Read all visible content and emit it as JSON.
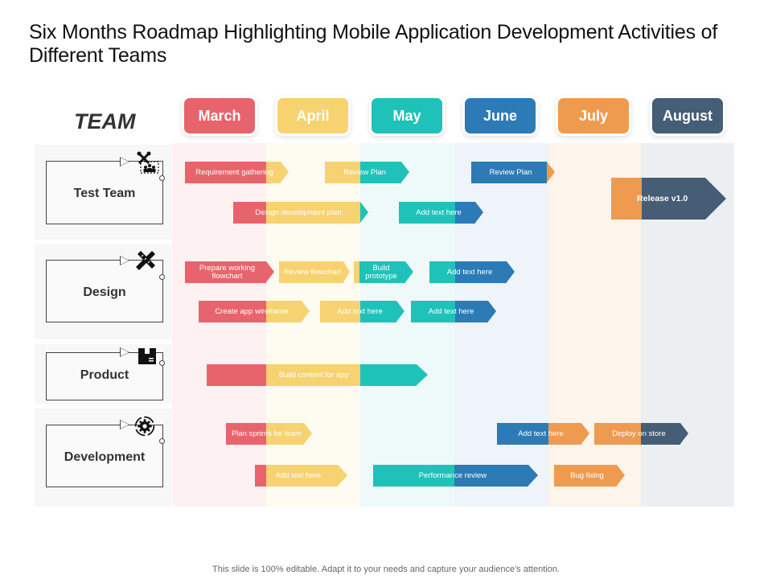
{
  "title": "Six Months Roadmap Highlighting Mobile Application Development Activities of Different Teams",
  "team_heading": "TEAM",
  "footer": "This slide is 100% editable. Adapt it to your needs and capture your audience's attention.",
  "colors": {
    "red": "#e8646c",
    "yellow": "#f6d271",
    "teal": "#1fc2b8",
    "blue": "#2c7bb6",
    "orange": "#ee9b50",
    "slate": "#455d75"
  },
  "months": [
    {
      "label": "March",
      "color": "#e8646c",
      "bg": "#fdf1f2"
    },
    {
      "label": "April",
      "color": "#f6d271",
      "bg": "#fefbf0"
    },
    {
      "label": "May",
      "color": "#1fc2b8",
      "bg": "#eefaf9"
    },
    {
      "label": "June",
      "color": "#2c7bb6",
      "bg": "#eef4f9"
    },
    {
      "label": "July",
      "color": "#ee9b50",
      "bg": "#fdf4ec"
    },
    {
      "label": "August",
      "color": "#455d75",
      "bg": "#eceff2"
    }
  ],
  "teams": [
    {
      "label": "Test Team",
      "icon": "tools-team-icon"
    },
    {
      "label": "Design",
      "icon": "pencil-ruler-icon"
    },
    {
      "label": "Product",
      "icon": "box-icon"
    },
    {
      "label": "Development",
      "icon": "gear-cycle-icon"
    }
  ],
  "tasks": [
    {
      "label": "Requirement gathering"
    },
    {
      "label": "Review Plan"
    },
    {
      "label": "Review Plan"
    },
    {
      "label": "Design development plan"
    },
    {
      "label": "Add text here"
    },
    {
      "label": "Release v1.0"
    },
    {
      "label": "Prepare working flowchart"
    },
    {
      "label": "Review flowchart"
    },
    {
      "label": "Build prototype"
    },
    {
      "label": "Add text here"
    },
    {
      "label": "Create app wireframe"
    },
    {
      "label": "Add text here"
    },
    {
      "label": "Add text here"
    },
    {
      "label": "Build content for app"
    },
    {
      "label": "Plan sprints for team"
    },
    {
      "label": "Add text here"
    },
    {
      "label": "Deploy on store"
    },
    {
      "label": "Add text here"
    },
    {
      "label": "Performance review"
    },
    {
      "label": "Bug fixing"
    }
  ]
}
